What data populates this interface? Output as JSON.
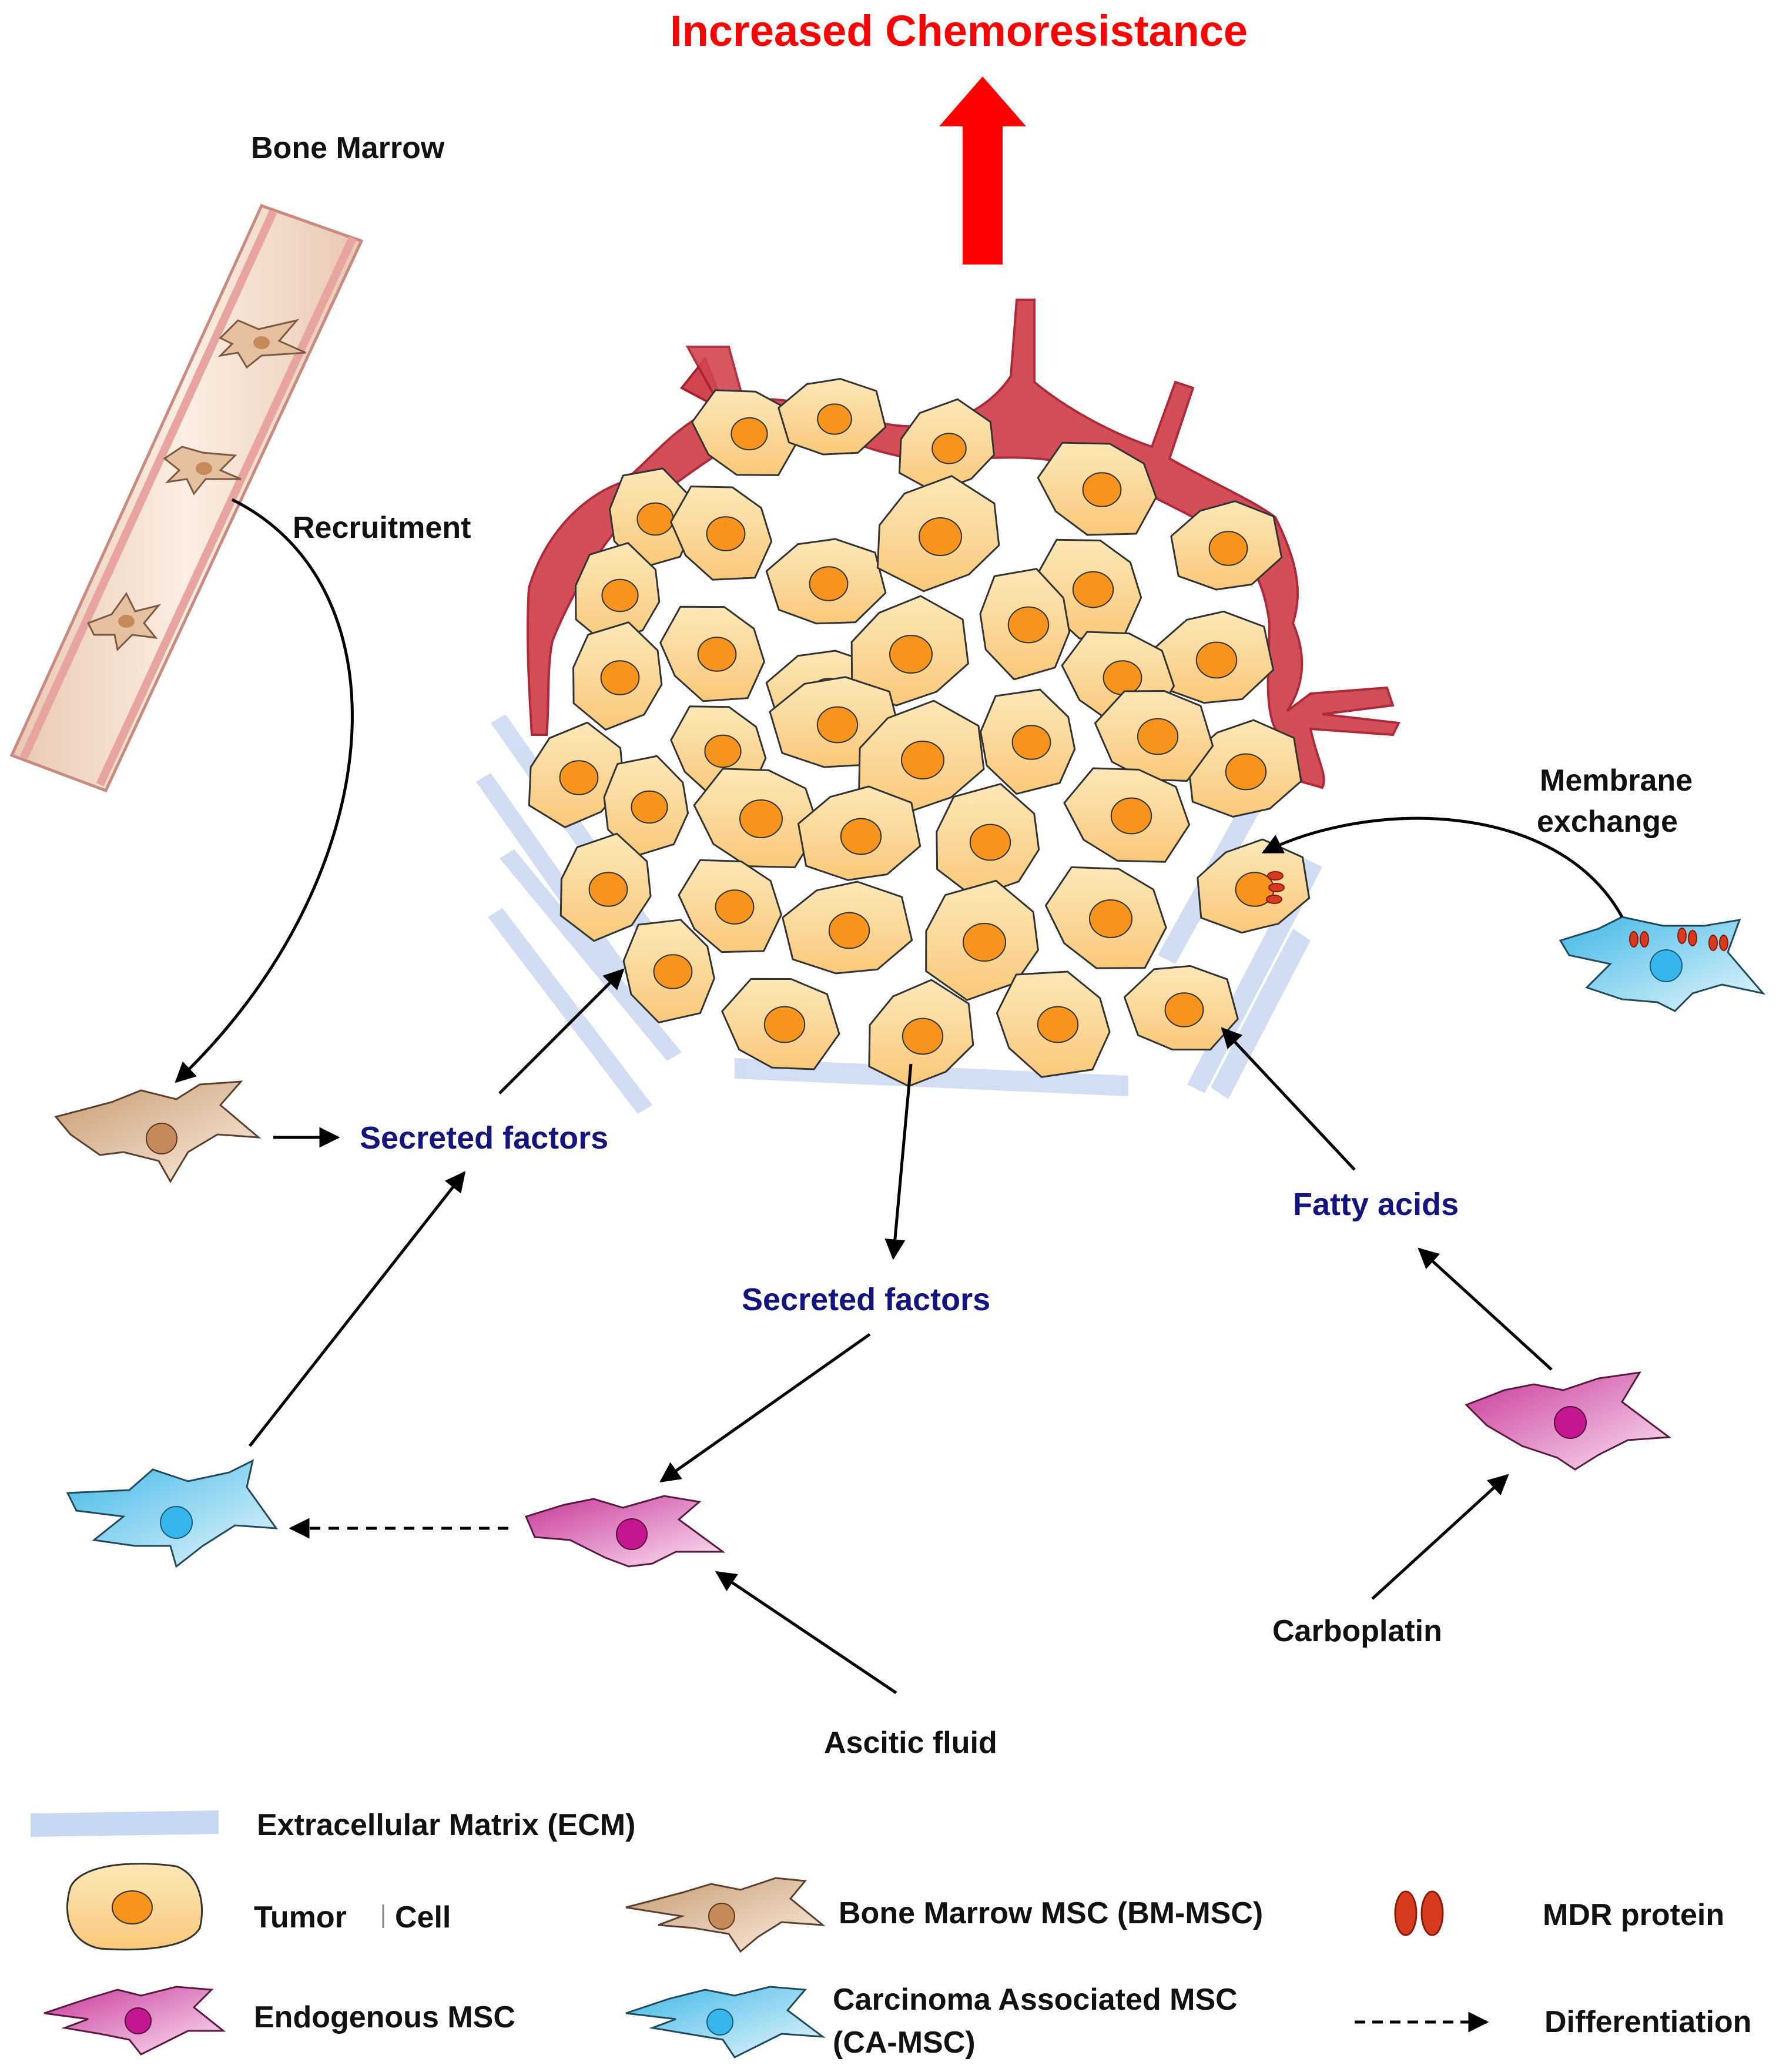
{
  "title": "Increased Chemoresistance",
  "labels": {
    "bone_marrow": "Bone Marrow",
    "recruitment": "Recruitment",
    "membrane_exchange_1": "Membrane",
    "membrane_exchange_2": "exchange",
    "secreted_factors_left": "Secreted factors",
    "secreted_factors_center": "Secreted factors",
    "fatty_acids": "Fatty acids",
    "carboplatin": "Carboplatin",
    "ascitic_fluid": "Ascitic fluid"
  },
  "legend": {
    "ecm": "Extracellular Matrix (ECM)",
    "tumor_cell": "Tumor",
    "tumor_cell_2": "Cell",
    "bm_msc": "Bone Marrow MSC (BM-MSC)",
    "mdr_protein": "MDR protein",
    "endogenous_msc": "Endogenous MSC",
    "ca_msc_1": "Carcinoma Associated MSC",
    "ca_msc_2": "(CA-MSC)",
    "differentiation": "Differentiation"
  },
  "colors": {
    "title_red": "#ff0000",
    "blue_text": "#14147d",
    "tumor_fill": "#fbd597",
    "tumor_nucleus": "#f7941d",
    "vessel_red": "#c8323c",
    "bm_msc": "#d9b08c",
    "endogenous_msc": "#c8369a",
    "ca_msc": "#4fc3e8",
    "ecm": "#c9d8f2"
  }
}
